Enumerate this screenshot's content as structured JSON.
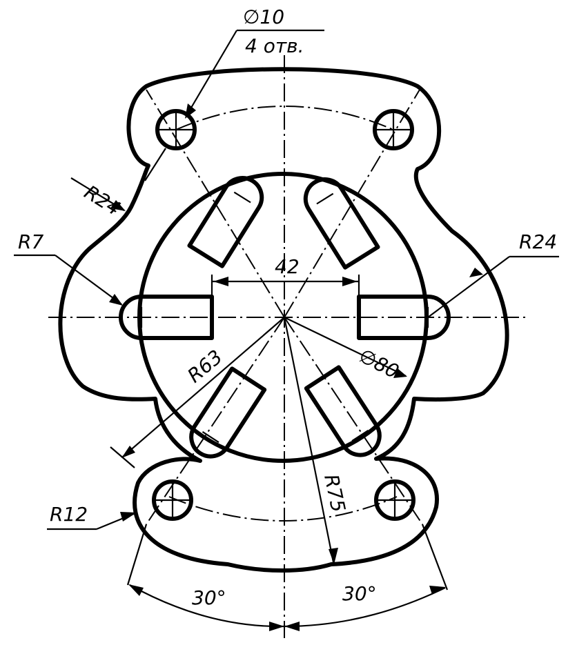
{
  "drawing": {
    "callout_hole_diameter": "∅10",
    "callout_hole_count": "4 отв.",
    "radius_r24_left": "R24",
    "radius_r24_right": "R24",
    "radius_r7": "R7",
    "dim_slot_span": "42",
    "dim_disc_diameter": "∅80",
    "radius_r63": "R63",
    "radius_r75": "R75",
    "radius_r12": "R12",
    "angle_left": "30°",
    "angle_right": "30°"
  }
}
